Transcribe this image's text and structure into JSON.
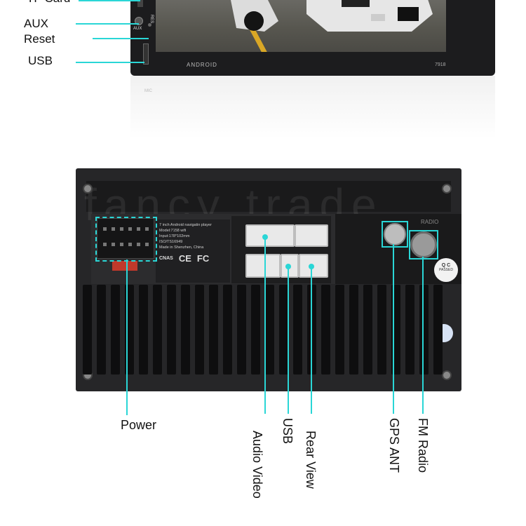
{
  "front_labels": {
    "sd_card": "TF Card",
    "aux": "AUX",
    "reset": "Reset",
    "usb": "USB"
  },
  "front_unit": {
    "brand": "ANDROID",
    "model": "7918",
    "mic": "MIC",
    "aux_port": "AUX",
    "reset_port": "RES"
  },
  "sticker": {
    "line1": "7 inch Android navigatin player",
    "line2": "Model:7158        wifi",
    "line3": "Input:178*102mm",
    "line4": "ISO/TS16949",
    "line5": "Made in Shenzhen, China",
    "cert1": "CNAS",
    "cert2": "CE",
    "cert3": "FC"
  },
  "back_unit": {
    "radio": "RADIO",
    "qc_line1": "Q C",
    "qc_line2": "PASSED",
    "watermark": "fancy trade"
  },
  "back_labels": {
    "power": "Power",
    "audio_video": "Audio Video",
    "usb": "USB",
    "rear_view": "Rear View",
    "gps_ant": "GPS ANT",
    "fm_radio": "FM Radio"
  },
  "colors": {
    "callout": "#2ad6d6"
  }
}
